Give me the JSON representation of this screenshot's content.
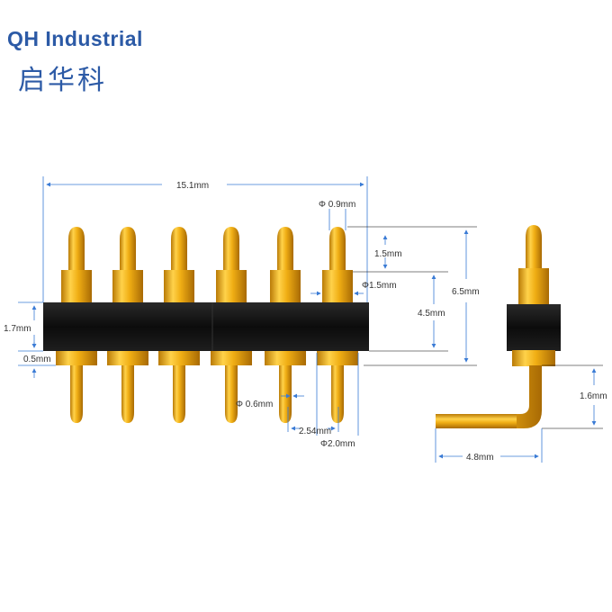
{
  "brand": {
    "name": "QH Industrial",
    "name_cn": "启华科"
  },
  "colors": {
    "brand": "#2c5aa6",
    "gold": "#e9a60c",
    "insulator": "#141414",
    "dimension": "#3a7bd5"
  },
  "dimensions": {
    "length_total": "15.1mm",
    "tip_diameter": "Φ 0.9mm",
    "tip_height": "1.5mm",
    "barrel_diameter": "Φ1.5mm",
    "total_height": "6.5mm",
    "body_height": "4.5mm",
    "insulator_height": "1.7mm",
    "standoff": "0.5mm",
    "tail_diameter": "Φ 0.6mm",
    "pitch": "2.54mm",
    "shoulder_diameter": "Φ2.0mm",
    "bend_height": "1.6mm",
    "bend_length": "4.8mm"
  }
}
